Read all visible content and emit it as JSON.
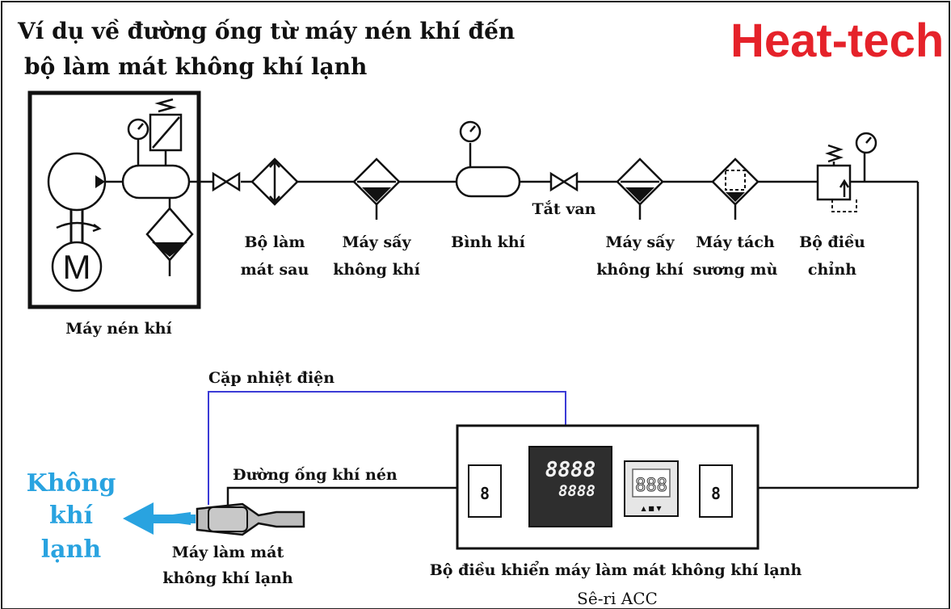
{
  "title_line1": "Ví dụ về đường ống từ máy nén khí đến",
  "title_line2": "bộ làm mát không khí lạnh",
  "brand": "Heat-tech",
  "compressor": {
    "label": "Máy nén khí",
    "motor_letter": "M"
  },
  "components": {
    "aftercooler": [
      "Bộ làm",
      "mát sau"
    ],
    "dryer1": [
      "Máy sấy",
      "không khí"
    ],
    "tank": [
      "Bình khí"
    ],
    "valve": "Tắt van",
    "dryer2": [
      "Máy sấy",
      "không khí"
    ],
    "mist": [
      "Máy tách",
      "sương mù"
    ],
    "regulator": [
      "Bộ điều",
      "chỉnh"
    ]
  },
  "thermocouple": "Cặp nhiệt điện",
  "air_hose": "Đường ống khí nén",
  "cold_air": [
    "Không",
    "khí",
    "lạnh"
  ],
  "cooler": [
    "Máy làm mát",
    "không khí lạnh"
  ],
  "controller": {
    "label": "Bộ điều khiển máy làm mát không khí lạnh",
    "series": "Sê-ri ACC",
    "display_top": "8888",
    "display_bottom": "8888",
    "small_display": "888",
    "small_buttons": "▲ ■ ▼",
    "outlet": "8"
  },
  "colors": {
    "brand": "#e5222a",
    "cold_air": "#29a3e0",
    "thermocouple_wire": "#3b3bd6"
  }
}
